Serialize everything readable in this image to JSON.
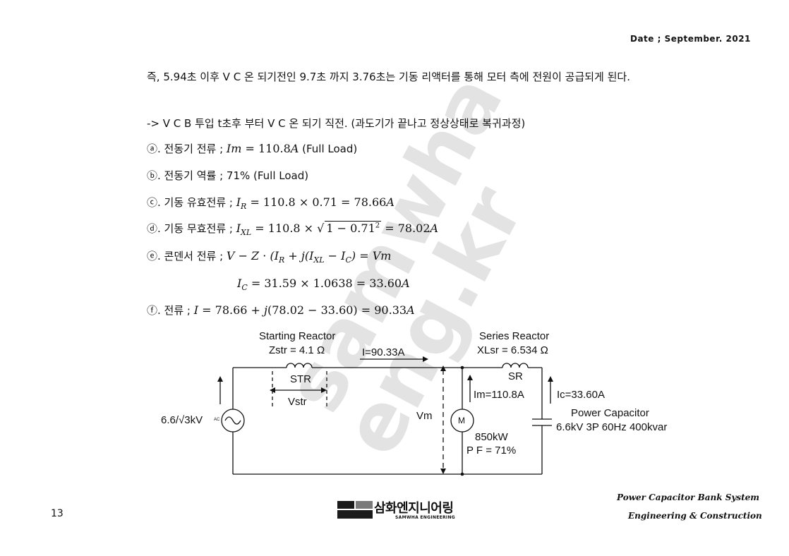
{
  "header": {
    "date": "Date ; September. 2021"
  },
  "body": {
    "intro": "즉, 5.94초 이후 V C 온 되기전인 9.7초 까지 3.76초는 기동 리액터를 통해 모터 측에 전원이 공급되게 된다.",
    "section": "-> V C B 투입 t초후 부터 V C 온 되기 직전. (과도기가 끝나고 정상상태로 복귀과정)",
    "items": [
      {
        "marker": "ⓐ",
        "label": ". 전동기 전류 ; ",
        "formula": "Im = 110.8A",
        "note": " (Full Load)"
      },
      {
        "marker": "ⓑ",
        "label": ". 전동기 역률 ; 71% (Full Load)"
      },
      {
        "marker": "ⓒ",
        "label": ". 기동 유효전류 ; ",
        "formula": "I_R = 110.8 × 0.71 = 78.66A"
      },
      {
        "marker": "ⓓ",
        "label": ". 기동 무효전류 ; ",
        "formula": "I_XL = 110.8 × √(1 − 0.71²) = 78.02A"
      },
      {
        "marker": "ⓔ",
        "label": ". 콘덴서 전류 ; ",
        "formula": "V − Z · (I_R + j(I_XL − I_C) = Vm"
      },
      {
        "formula": "I_C = 31.59 × 1.0638 = 33.60A"
      },
      {
        "marker": "ⓕ",
        "label": ". 전류 ; ",
        "formula": "I = 78.66 + j(78.02 − 33.60) = 90.33A"
      }
    ]
  },
  "circuit": {
    "starting_reactor_title": "Starting Reactor",
    "starting_reactor_value": "Zstr = 4.1 Ω",
    "current_i": "I=90.33A",
    "series_reactor_title": "Series Reactor",
    "series_reactor_value": "XLsr = 6.534 Ω",
    "str": "STR",
    "vstr": "Vstr",
    "sr": "SR",
    "im": "Im=110.8A",
    "ic": "Ic=33.60A",
    "source": "6.6/√3kV",
    "ac": "AC",
    "vm": "Vm",
    "motor": "M",
    "motor_kw": "850kW",
    "pf": "P F = 71%",
    "cap_title": "Power Capacitor",
    "cap_rating": "6.6kV 3P 60Hz 400kvar"
  },
  "footer": {
    "page": "13",
    "logo_korean": "삼화엔지니어링",
    "logo_english": "SAMWHA ENGINEERING",
    "line1": "Power Capacitor Bank System",
    "line2": "Engineering & Construction"
  },
  "watermark": {
    "line1": "samwha",
    "line2": "eng.kr"
  },
  "colors": {
    "text": "#111111",
    "watermark": "#e3e3e3",
    "logo_dark": "#1a1a1a",
    "logo_mid": "#7a7a7a"
  }
}
